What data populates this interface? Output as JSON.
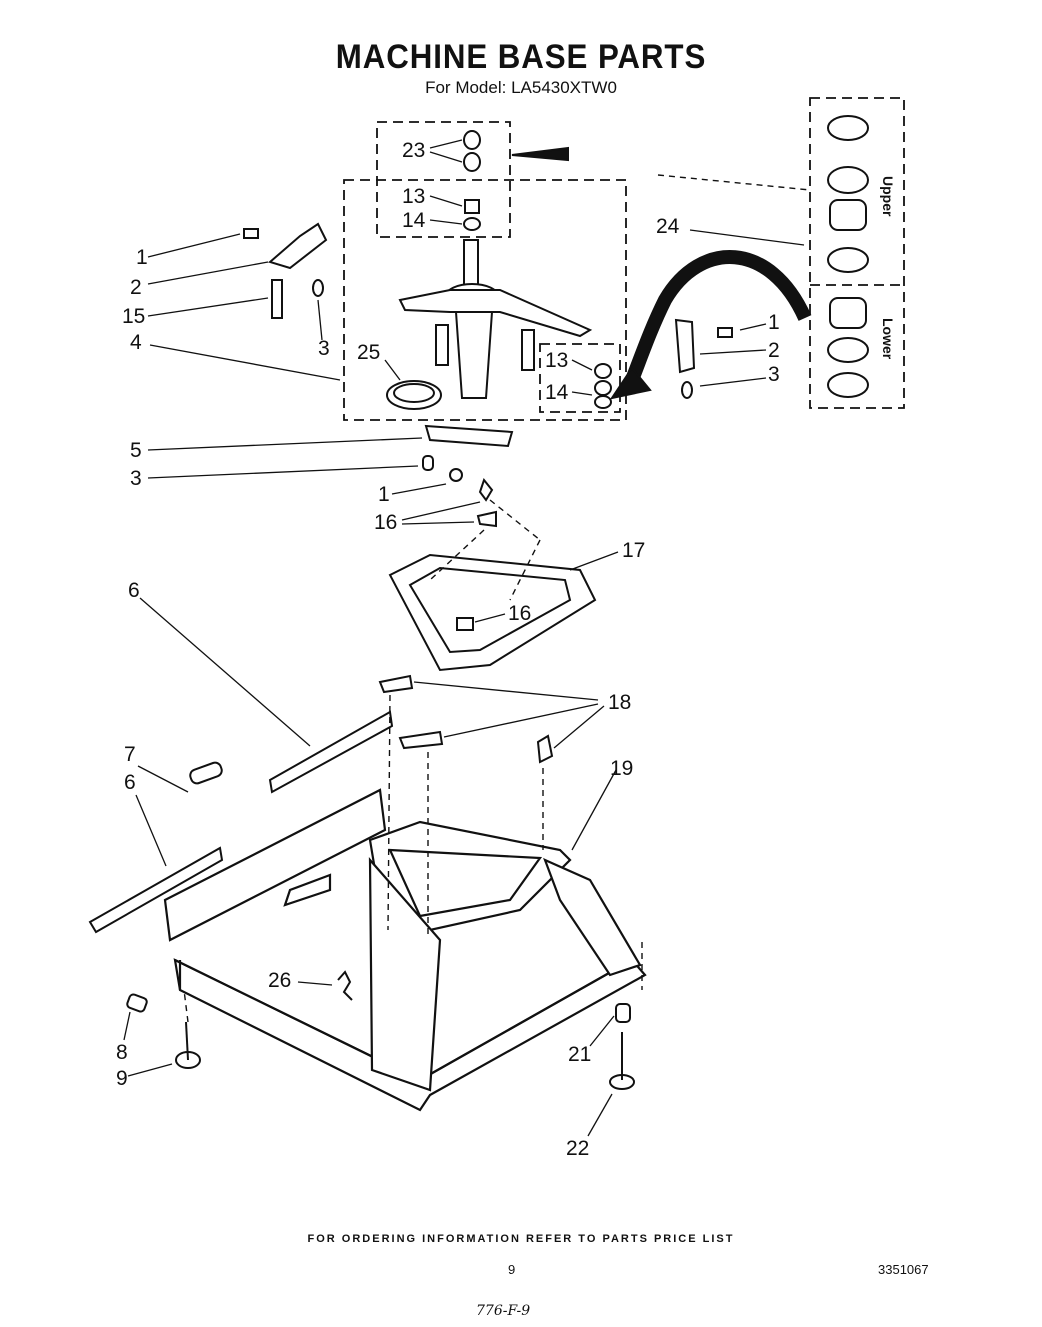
{
  "title": "MACHINE BASE PARTS",
  "subtitle": "For Model: LA5430XTW0",
  "callouts": {
    "c1a": "1",
    "c2a": "2",
    "c15": "15",
    "c4": "4",
    "c3a": "3",
    "c23": "23",
    "c13a": "13",
    "c14a": "14",
    "c25": "25",
    "c24": "24",
    "c1b": "1",
    "c2b": "2",
    "c3b": "3",
    "c13b": "13",
    "c14b": "14",
    "c5": "5",
    "c3c": "3",
    "c1c": "1",
    "c16a": "16",
    "c17": "17",
    "c16b": "16",
    "c6a": "6",
    "c18": "18",
    "c7": "7",
    "c6b": "6",
    "c19": "19",
    "c26": "26",
    "c8": "8",
    "c9": "9",
    "c21": "21",
    "c22": "22"
  },
  "bearing_panel": {
    "upper": "Upper",
    "lower": "Lower"
  },
  "footer": "FOR ORDERING INFORMATION REFER TO PARTS PRICE LIST",
  "page_number": "9",
  "doc_number": "3351067",
  "handwritten_note": "776-F-9"
}
